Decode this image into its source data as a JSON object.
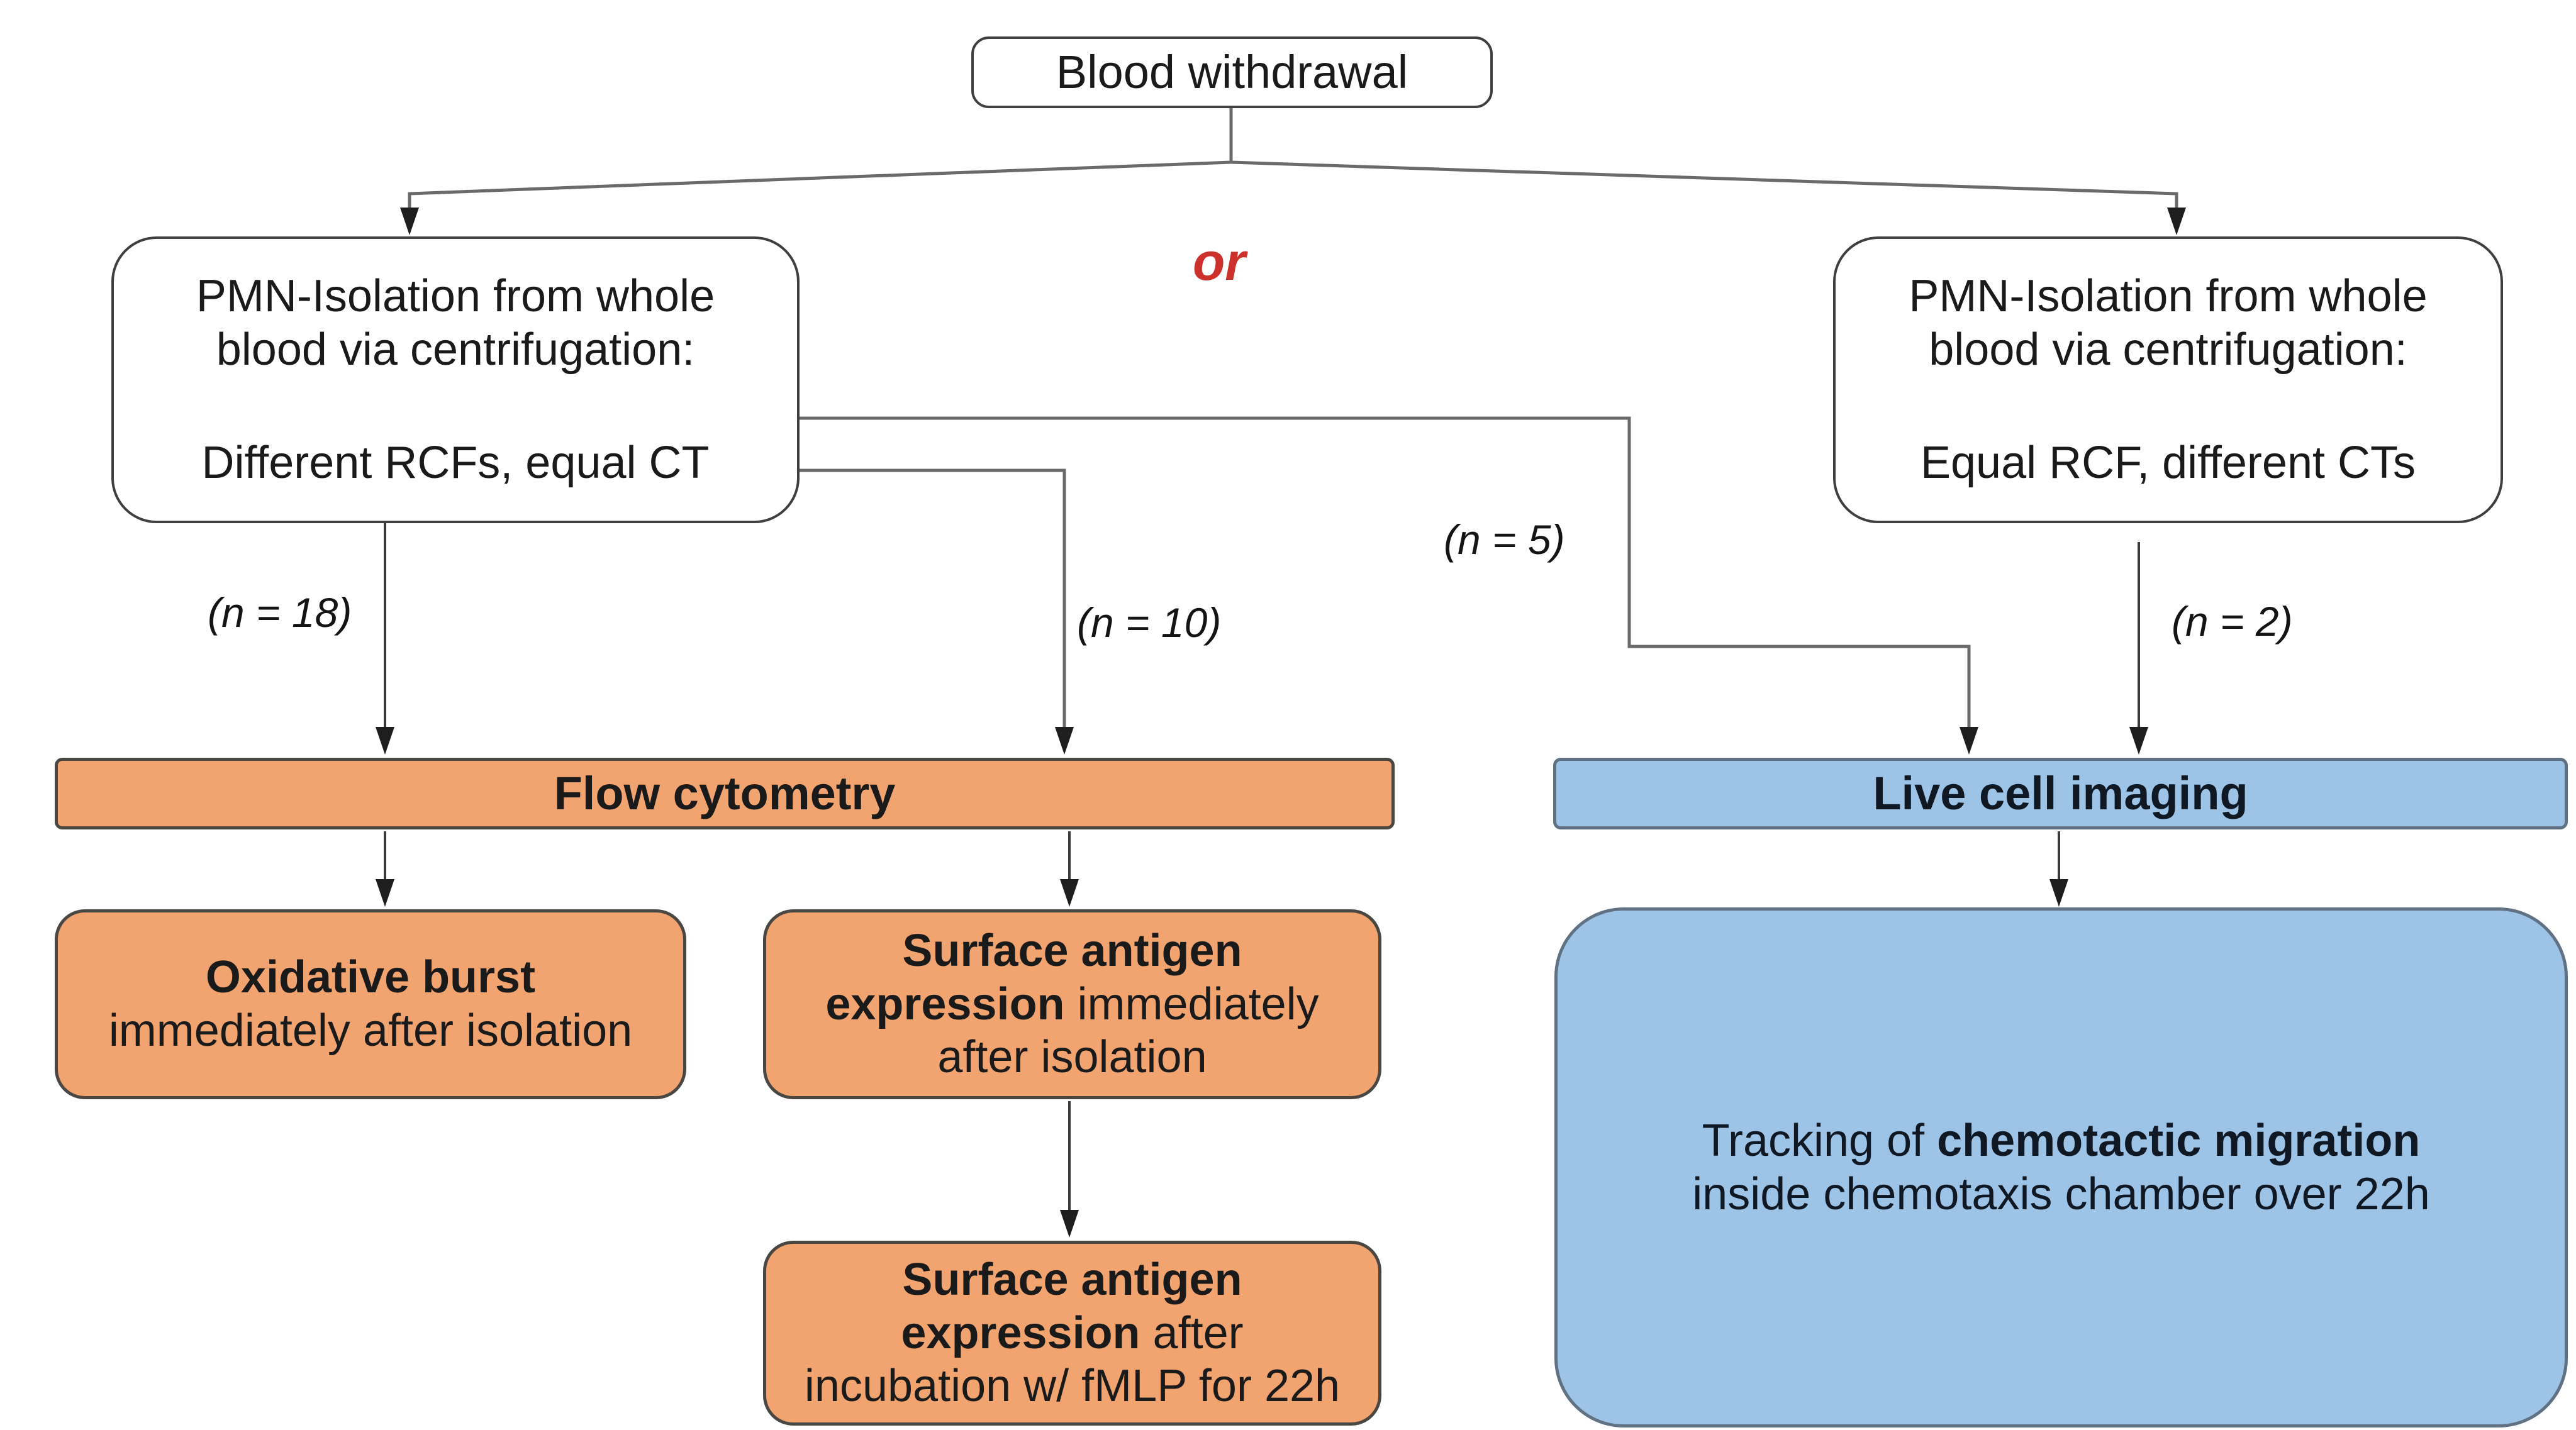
{
  "colors": {
    "orange": "#f2a470",
    "blue": "#9dc3e6",
    "red": "#cd312b",
    "line": "#6a6a6a",
    "arrow": "#1e1e1e",
    "text": "#1a1a1a"
  },
  "root": {
    "label": "Blood withdrawal"
  },
  "or_label": "or",
  "left_box": {
    "line1": "PMN-Isolation from whole",
    "line2": "blood via centrifugation:",
    "line3": "Different RCFs, equal CT"
  },
  "right_box": {
    "line1": "PMN-Isolation from whole",
    "line2": "blood via centrifugation:",
    "line3": "Equal RCF, different CTs"
  },
  "labels": {
    "n18": "(n = 18)",
    "n10": "(n = 10)",
    "n5": "(n = 5)",
    "n2": "(n = 2)"
  },
  "flow_bar": {
    "title": "Flow cytometry"
  },
  "live_bar": {
    "title": "Live cell imaging"
  },
  "oxidative_box": {
    "bold": "Oxidative burst",
    "rest": "immediately after isolation"
  },
  "surface_box1": {
    "bold1": "Surface antigen",
    "bold2": "expression",
    "rest2": " immediately",
    "rest3": "after isolation"
  },
  "surface_box2": {
    "bold1": "Surface antigen",
    "bold2": "expression",
    "rest2": " after",
    "rest3": "incubation w/ fMLP for 22h"
  },
  "tracking_box": {
    "pre": "Tracking of ",
    "bold": "chemotactic migration",
    "line2": "inside chemotaxis chamber over 22h"
  }
}
